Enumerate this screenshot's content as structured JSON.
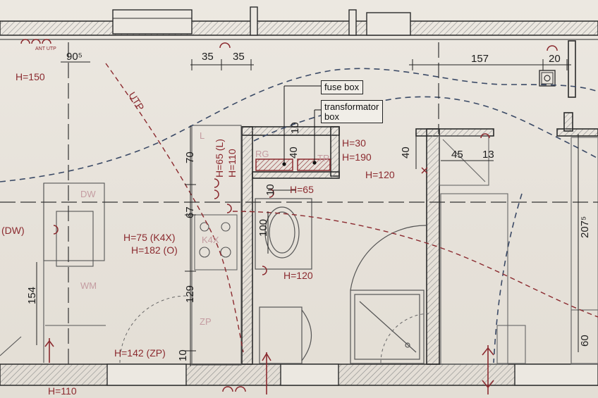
{
  "dimensions": {
    "d905": "90⁵",
    "d35a": "35",
    "d35b": "35",
    "d157": "157",
    "d20": "20",
    "d70": "70",
    "d67": "67",
    "d129": "129",
    "d10bottom": "10",
    "d40a": "40",
    "d10a": "10",
    "d40right": "40",
    "d10b": "10",
    "d100": "100",
    "d45": "45",
    "d13": "13",
    "d154": "154",
    "d2075": "207⁵",
    "d60": "60"
  },
  "heights": {
    "h150": "H=150",
    "h65l": "H=65 (L)",
    "h110v": "H=110",
    "h30": "H=30",
    "h190": "H=190",
    "h120a": "H=120",
    "h65": "H=65",
    "h75": "H=75 (K4X)",
    "h182": "H=182 (O)",
    "h120b": "H=120",
    "h142": "H=142 (ZP)",
    "h110": "H=110"
  },
  "labels": {
    "dw": "DW",
    "dw_paren": "(DW)",
    "wm": "WM",
    "zp": "ZP",
    "l": "L",
    "k4x": "K4X",
    "rg": "RG",
    "tr": "TR",
    "utp": "UTP",
    "ant_utp": "ANT UTP"
  },
  "callouts": {
    "fuse_box": "fuse box",
    "transformator_1": "transformator",
    "transformator_2": "box"
  },
  "colors": {
    "wall": "#2b2b2b",
    "dimension_ink": "#1d1d1d",
    "electrical_red": "#8b2a2f",
    "wiring_blue": "#3b4a66",
    "paper": "#e9e4dc"
  }
}
